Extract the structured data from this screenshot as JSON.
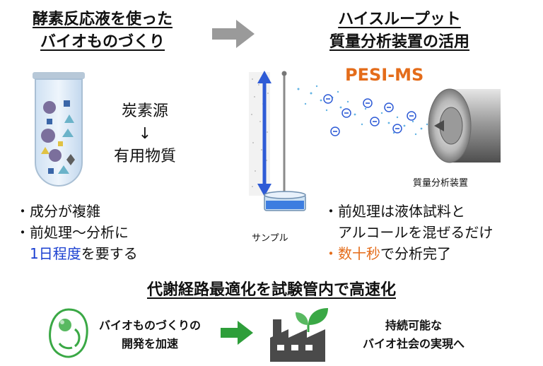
{
  "left_title": [
    "酵素反応液を使った",
    "バイオものづくり"
  ],
  "right_title": [
    "ハイスループット",
    "質量分析装置の活用"
  ],
  "pesi_label": "PESI-MS",
  "mass_spec_label": "質量分析装置",
  "sample_label": "サンプル",
  "tube_text": {
    "top": "炭素源",
    "arrow": "↓",
    "bottom": "有用物質"
  },
  "left_bullets": {
    "b1": "・成分が複雑",
    "b2": "・前処理～分析に",
    "b3_highlight": "1日程度",
    "b3_rest": "を要する"
  },
  "right_bullets": {
    "b1": "・前処理は液体試料と",
    "b2": "アルコールを混ぜるだけ",
    "b3_dot": "・",
    "b3_highlight": "数十秒",
    "b3_rest": "で分析完了"
  },
  "bottom_title": "代謝経路最適化を試験管内で高速化",
  "bottom": {
    "left_text": [
      "バイオものづくりの",
      "開発を加速"
    ],
    "right_text": [
      "持続可能な",
      "バイオ社会の実現へ"
    ]
  },
  "colors": {
    "accent_blue": "#1a3fd1",
    "accent_orange": "#e46c1a",
    "green": "#2e9e3a",
    "arrow_gray": "#9a9a9a"
  }
}
